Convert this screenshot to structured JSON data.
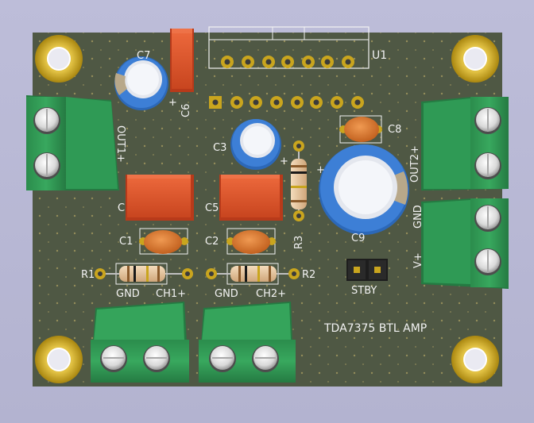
{
  "board": {
    "title": "TDA7375 BTL AMP",
    "colors": {
      "background": "#b9b9d6",
      "pcb": "#4f5844",
      "silk": "#f2f2f2",
      "pad_gold": "#c9a51e",
      "terminal_green": "#2f9a55",
      "film_cap_orange": "#e0582f",
      "ceramic_cap_orange": "#d8772f",
      "electrolytic_blue": "#3d7fd6",
      "resistor_tan": "#e8c9a5"
    }
  },
  "labels": {
    "u1": "U1",
    "c1": "C1",
    "c2": "C2",
    "c3": "C3",
    "c4": "C",
    "c5": "C5",
    "c6": "C6",
    "c7": "C7",
    "c8": "C8",
    "c9": "C9",
    "r1": "R1",
    "r2": "R2",
    "r3": "R3",
    "out1": "OUT1+",
    "out2": "OUT2+",
    "gnd_right": "GND",
    "vplus": "V+",
    "stby": "STBY",
    "in1_gnd": "GND",
    "in1_sig": "CH1+",
    "in2_gnd": "GND",
    "in2_sig": "CH2+",
    "plus": "+"
  }
}
